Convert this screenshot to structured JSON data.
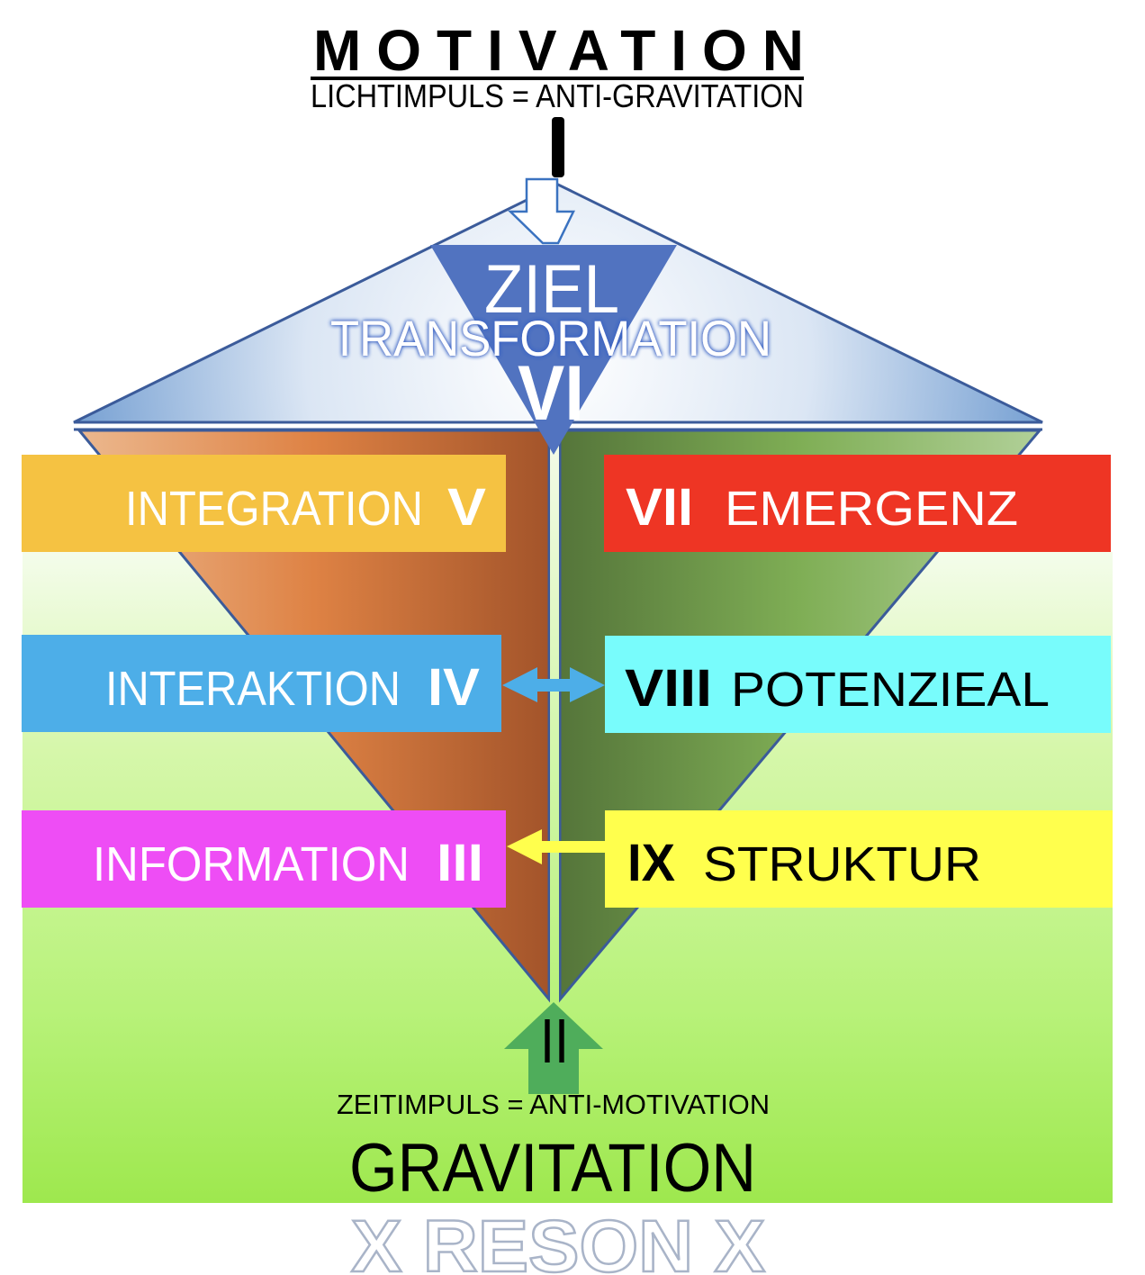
{
  "header": {
    "title": "MOTIVATION",
    "subtitle": "LICHTIMPULS = ANTI-GRAVITATION"
  },
  "apex": {
    "goal": "ZIEL",
    "stage": "TRANSFORMATION",
    "numeral": "VI"
  },
  "left_levels": [
    {
      "label": "INTEGRATION",
      "numeral": "V",
      "color": "#F5C242"
    },
    {
      "label": "INTERAKTION",
      "numeral": "IV",
      "color": "#4DAEE8"
    },
    {
      "label": "INFORMATION",
      "numeral": "III",
      "color": "#EE4DF5"
    }
  ],
  "right_levels": [
    {
      "label": "EMERGENZ",
      "numeral": "VII",
      "color": "#EE3524"
    },
    {
      "label": "POTENZIEAL",
      "numeral": "VIII",
      "color": "#78FCFC"
    },
    {
      "label": "STRUKTUR",
      "numeral": "IX",
      "color": "#FFFF4D"
    }
  ],
  "footer": {
    "numeral": "II",
    "subtitle": "ZEITIMPULS = ANTI-MOTIVATION",
    "title": "GRAVITATION",
    "brand": "X RESON X"
  },
  "colors": {
    "roof_edge": "#3B5B9A",
    "ziel": "#5173C0",
    "left_cone": "#A9572A",
    "right_cone": "#5A7A3C",
    "ground": "#9EE84E",
    "up_arrow": "#4FAD5B"
  }
}
